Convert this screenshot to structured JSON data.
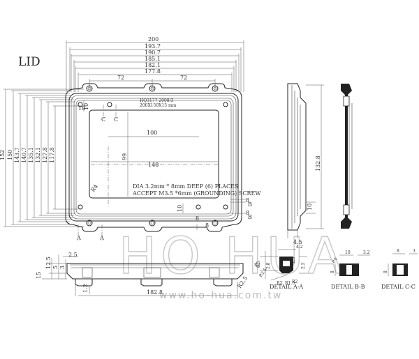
{
  "title": "LID",
  "watermark": {
    "brand": "HO HUA",
    "url": "www.ho-hua.com.tw"
  },
  "top_dims": [
    "200",
    "193.7",
    "190.7",
    "185.1",
    "182.1",
    "177.8"
  ],
  "spacing_dims": [
    "72",
    "72"
  ],
  "left_dims": [
    "152",
    "150",
    "143.7",
    "140.7",
    "135.1",
    "132.1",
    "127.8",
    "117.8"
  ],
  "inner_dims": {
    "width_148": "148",
    "height_99": "99",
    "offset_100": "100",
    "edge_10a": "10",
    "edge_10b": "10",
    "edge_10c": "10",
    "radius": "R4",
    "edge_8a": "8",
    "edge_8b": "8",
    "edge_8c": "8",
    "edge_8d": "8"
  },
  "part_label": {
    "line1": "HQ3177 2008/3",
    "line2": "200X150X15 mm"
  },
  "notes": {
    "line1": "DIA 3.2mm * 8mm DEEP (6) PLACES",
    "line2": "ACCEPT M3.5 *6mm (GROUNDING) SCREW"
  },
  "section_markers": {
    "a1": "A",
    "a2": "A",
    "b1": "B",
    "b2": "B",
    "c1": "C",
    "c2": "C"
  },
  "side_dims": {
    "height_132_8": "132.8",
    "right_10": "10",
    "right_4_5": "4.5"
  },
  "bottom_dims": {
    "d2_5": "2.5",
    "d15": "15",
    "d12_5": "12.5",
    "d5": "5",
    "d3": "3",
    "d1_2": "1.2",
    "r2_5": "R2.5",
    "w182_8": "182.8"
  },
  "details": [
    {
      "label": "DETAIL A-A",
      "dims": [
        "4.2",
        "8.5",
        "2.5",
        "2.8",
        "2.5",
        "R2.5",
        "R2",
        "R2",
        "R1.5",
        "R2"
      ]
    },
    {
      "label": "DETAIL B-B",
      "dims": [
        "10",
        "3.2",
        "R4",
        "8"
      ]
    },
    {
      "label": "DETAIL C-C",
      "dims": [
        "8",
        "3",
        "8"
      ]
    }
  ]
}
